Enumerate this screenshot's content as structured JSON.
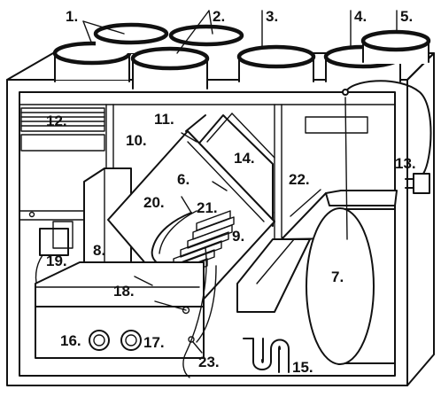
{
  "labels": {
    "l1": "1.",
    "l2": "2.",
    "l3": "3.",
    "l4": "4.",
    "l5": "5.",
    "l6": "6.",
    "l7": "7.",
    "l8": "8.",
    "l9": "9.",
    "l10": "10.",
    "l11": "11.",
    "l12": "12.",
    "l13": "13.",
    "l14": "14.",
    "l15": "15.",
    "l16": "16.",
    "l17": "17.",
    "l18": "18.",
    "l19": "19.",
    "l20": "20.",
    "l21": "21.",
    "l22": "22.",
    "l23": "23."
  }
}
